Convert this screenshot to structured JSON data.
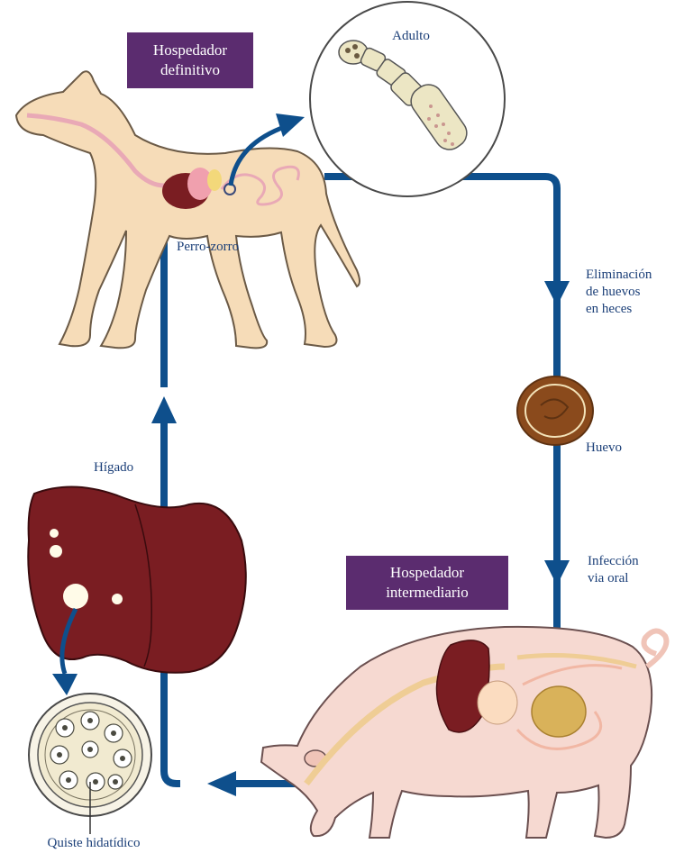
{
  "colors": {
    "arrow": "#0e4f8c",
    "label_text": "#1b3f78",
    "host_box": "#5b2c6f",
    "dog_body": "#f6dcb8",
    "pig_body": "#f6d9d1",
    "liver": "#7a1d22",
    "egg": "#8a4a1c"
  },
  "labels": {
    "definitive_host": [
      "Hospedador",
      "definitivo"
    ],
    "intermediate_host": [
      "Hospedador",
      "intermediario"
    ],
    "adult": "Adulto",
    "dog_fox": "Perro-zorro",
    "egg_elimination": [
      "Eliminación",
      "de huevos",
      "en heces"
    ],
    "egg": "Huevo",
    "oral_infection": [
      "Infección",
      "via oral"
    ],
    "liver": "Hígado",
    "hydatid_cyst": "Quiste hidatídico"
  },
  "icons": [
    "dog-illustration",
    "adult-tapeworm-icon",
    "egg-icon",
    "pig-illustration",
    "liver-icon",
    "hydatid-cyst-icon"
  ]
}
